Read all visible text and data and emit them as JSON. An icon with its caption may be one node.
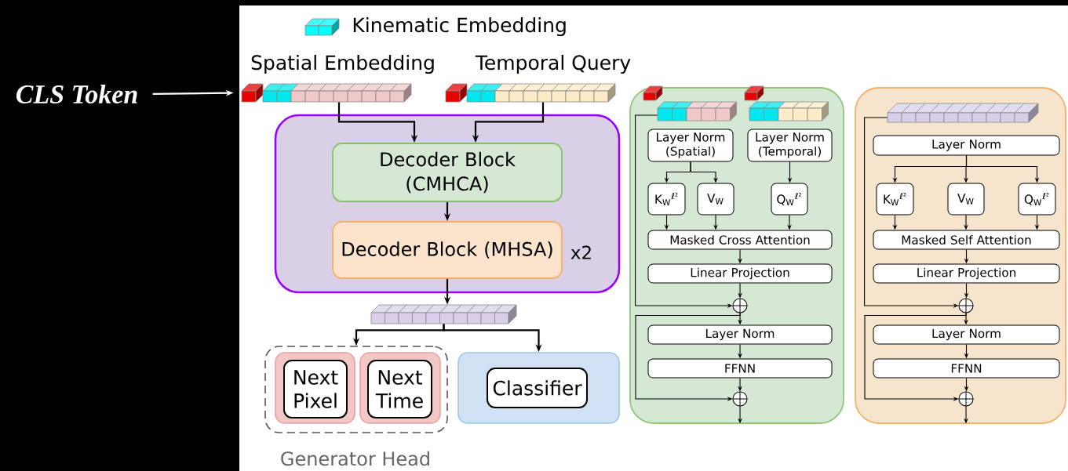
{
  "diagram": {
    "nodes": [
      {
        "text": [
          "CLS Token"
        ]
      },
      {
        "text": [
          "Spatial Embedding"
        ]
      },
      {
        "text": [
          "Temporal Query"
        ]
      },
      {
        "text": [
          "x2"
        ]
      },
      {
        "text": [
          "Decoder Block (CMHCA)"
        ],
        "in": 3
      },
      {
        "text": [
          "Decoder Block (MHSA)"
        ],
        "in": 3
      },
      {
        "text": [],
        "shape": "bar"
      },
      {
        "text": [
          "Generator Head"
        ]
      },
      {
        "text": [
          "Next Pixel"
        ],
        "in": 7
      },
      {
        "text": [
          "Next Time"
        ],
        "in": 7
      },
      {
        "text": [
          "Classifier"
        ]
      },
      {
        "text": [],
        "shape": "box"
      },
      {
        "text": [],
        "shape": "bar",
        "in": 11
      },
      {
        "text": [],
        "shape": "bar",
        "in": 11
      },
      {
        "text": [
          "Layer Norm (Spatial)"
        ],
        "in": 11
      },
      {
        "text": [
          "Layer Norm (Temporal)"
        ],
        "in": 11
      },
      {
        "text": [
          "K$_{W}$$^{ℓ²}$"
        ],
        "in": 11
      },
      {
        "text": [
          "V$_{W}$"
        ],
        "in": 11
      },
      {
        "text": [
          "Q$_{W}$$^{ℓ²}$"
        ],
        "in": 11
      },
      {
        "text": [
          "Masked Cross Attention"
        ],
        "in": 11
      },
      {
        "text": [
          "Linear Projection"
        ],
        "in": 11
      },
      {
        "text": [],
        "shape": "circle",
        "in": 11
      },
      {
        "text": [
          "Layer Norm"
        ],
        "in": 11
      },
      {
        "text": [
          "FFNN"
        ],
        "in": 11
      },
      {
        "text": [],
        "shape": "circle",
        "in": 11
      },
      {
        "text": [],
        "shape": "box"
      },
      {
        "text": [],
        "shape": "bar",
        "in": 25
      },
      {
        "text": [
          "Layer Norm"
        ],
        "in": 25
      },
      {
        "text": [
          "K$_{W}$$^{ℓ²}$"
        ],
        "in": 25
      },
      {
        "text": [
          "V$_{W}$"
        ],
        "in": 25
      },
      {
        "text": [
          "Q$_{W}$$^{ℓ²}$"
        ],
        "in": 25
      },
      {
        "text": [
          "Masked Self Attention"
        ],
        "in": 25
      },
      {
        "text": [
          "Linear Projection"
        ],
        "in": 25
      },
      {
        "text": [],
        "shape": "circle",
        "in": 25
      },
      {
        "text": [
          "Layer Norm"
        ],
        "in": 25
      },
      {
        "text": [
          "FFNN"
        ],
        "in": 25
      },
      {
        "text": [],
        "shape": "circle",
        "in": 25
      }
    ],
    "edges": [
      {
        "from": 0,
        "to": 1,
        "arrow": "to",
        "color": "#ffffff"
      },
      {
        "from": 1,
        "to": 4,
        "arrow": "to"
      },
      {
        "from": 2,
        "to": 4,
        "arrow": "to"
      },
      {
        "from": 4,
        "to": 5,
        "arrow": "to"
      },
      {
        "from": 5,
        "to": 6,
        "arrow": "to"
      },
      {
        "from": 6,
        "to": 7,
        "arrow": "to"
      },
      {
        "from": 6,
        "to": 10,
        "arrow": "to"
      },
      {
        "from": 12,
        "to": 21,
        "arrow": "to"
      },
      {
        "from": 14,
        "to": 16,
        "arrow": "to"
      },
      {
        "from": 14,
        "to": 17,
        "arrow": "to"
      },
      {
        "from": 15,
        "to": 18,
        "arrow": "to"
      },
      {
        "from": 16,
        "to": 19,
        "arrow": "to"
      },
      {
        "from": 17,
        "to": 19,
        "arrow": "to"
      },
      {
        "from": 18,
        "to": 19,
        "arrow": "to"
      },
      {
        "from": 19,
        "to": 20,
        "arrow": "to"
      },
      {
        "from": 20,
        "to": 21,
        "arrow": "to"
      },
      {
        "from": 21,
        "to": 22,
        "arrow": "to"
      },
      {
        "from": 21,
        "to": 24,
        "arrow": "to"
      },
      {
        "from": 22,
        "to": 23,
        "arrow": "to"
      },
      {
        "from": 23,
        "to": 24,
        "arrow": "to"
      },
      {
        "from": 24,
        "to": null,
        "arrow": "to"
      },
      {
        "from": 26,
        "to": 33,
        "arrow": "to"
      },
      {
        "from": 27,
        "to": 28,
        "arrow": "to"
      },
      {
        "from": 27,
        "to": 29,
        "arrow": "to"
      },
      {
        "from": 27,
        "to": 30,
        "arrow": "to"
      },
      {
        "from": 28,
        "to": 31,
        "arrow": "to"
      },
      {
        "from": 29,
        "to": 31,
        "arrow": "to"
      },
      {
        "from": 30,
        "to": 31,
        "arrow": "to"
      },
      {
        "from": 31,
        "to": 32,
        "arrow": "to"
      },
      {
        "from": 32,
        "to": 33,
        "arrow": "to"
      },
      {
        "from": 33,
        "to": 34,
        "arrow": "to"
      },
      {
        "from": 33,
        "to": 36,
        "arrow": "to"
      },
      {
        "from": 34,
        "to": 35,
        "arrow": "to"
      },
      {
        "from": 35,
        "to": 36,
        "arrow": "to"
      },
      {
        "from": 36,
        "to": null,
        "arrow": "to"
      }
    ],
    "legend": [
      {
        "text": "Kinematic Embedding",
        "color": "#00ffff"
      }
    ]
  }
}
